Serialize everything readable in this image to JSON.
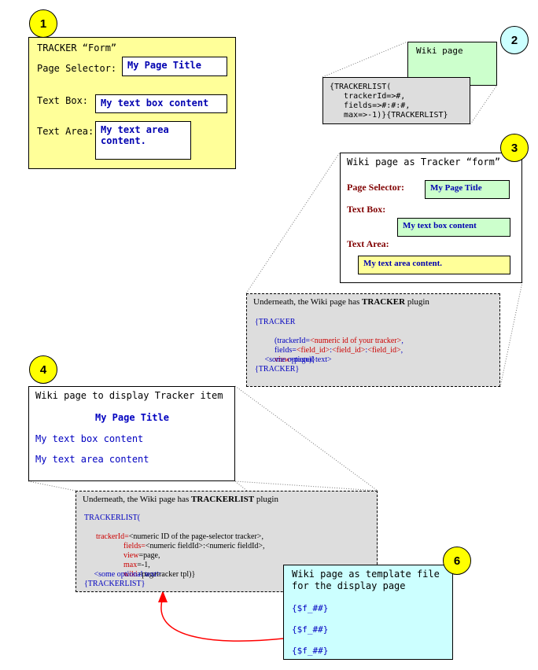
{
  "colors": {
    "yellow_box": "#ffff99",
    "green_box": "#ccffcc",
    "cyan_box": "#ccffff",
    "gray_box": "#dddddd",
    "badge_yellow": "#ffff00",
    "badge_cyan": "#ccffff",
    "label_red": "#800000",
    "text_blue": "#0000c0",
    "code_red": "#cc0000",
    "arrow_red": "#ff0000"
  },
  "badges": [
    "1",
    "2",
    "3",
    "4",
    "6"
  ],
  "panel1": {
    "title": "TRACKER “Form”",
    "page_selector_label": "Page Selector:",
    "page_selector_value": "My Page Title",
    "text_box_label": "Text Box:",
    "text_box_value": "My text box content",
    "text_area_label": "Text Area:",
    "text_area_value_line1": "My text area",
    "text_area_value_line2": "content."
  },
  "panel2": {
    "wiki_label": "Wiki page",
    "code_lines": [
      "{TRACKERLIST(",
      "   trackerId=>#,",
      "   fields=>#:#:#,",
      "   max=>-1)}{TRACKERLIST}"
    ]
  },
  "panel3": {
    "title": "Wiki page as Tracker “form”",
    "page_selector_label": "Page Selector:",
    "page_selector_value": "My Page Title",
    "text_box_label": "Text Box:",
    "text_box_value": "My text box content",
    "text_area_label": "Text Area:",
    "text_area_value": "My text area content.",
    "underneath_prefix": "Underneath, the Wiki page has ",
    "underneath_plugin": "TRACKER",
    "underneath_suffix": " plugin",
    "code": {
      "l1": "{TRACKER",
      "l2a": "    (trackerId=",
      "l2b": "<numeric id of your tracker>",
      "l2c": ",",
      "l3a": "    fields=",
      "l3b": "<field_id>",
      "l3c": ":",
      "l3d": "<field_id>",
      "l3e": ":",
      "l3f": "<field_id>",
      "l3g": ",",
      "l4a": "    view",
      "l4b": "=page)}",
      "l5": "     <some optional text>",
      "l6": "{TRACKER}"
    }
  },
  "panel4": {
    "title": "Wiki page to display Tracker item",
    "heading": "My Page Title",
    "line1": "My text box content",
    "line2": "My text area content",
    "underneath_prefix": "Underneath, the Wiki page has ",
    "underneath_plugin": "TRACKERLIST",
    "underneath_suffix": " plugin",
    "code": {
      "l1": "TRACKERLIST(",
      "l2a": "trackerId=",
      "l2b": "<numeric ID of the page-selector tracker>",
      "l2c": ",",
      "l3a": "              fields=",
      "l3b": "<numeric fieldId>",
      "l3c": ":",
      "l3d": "<numeric fieldId>",
      "l3e": ",",
      "l4a": "              view",
      "l4b": "=page,",
      "l5a": "              max",
      "l5b": "=-1,",
      "l6a": "              wiki",
      "l6b": "=pagetracker tpl)}",
      "l7": "     <some optional text>",
      "l8": "{TRACKERLIST}"
    }
  },
  "panel6": {
    "title_line1": "Wiki page as template file",
    "title_line2": "for the display page",
    "placeholders": [
      "{$f_##}",
      "{$f_##}",
      "{$f_##}"
    ]
  }
}
